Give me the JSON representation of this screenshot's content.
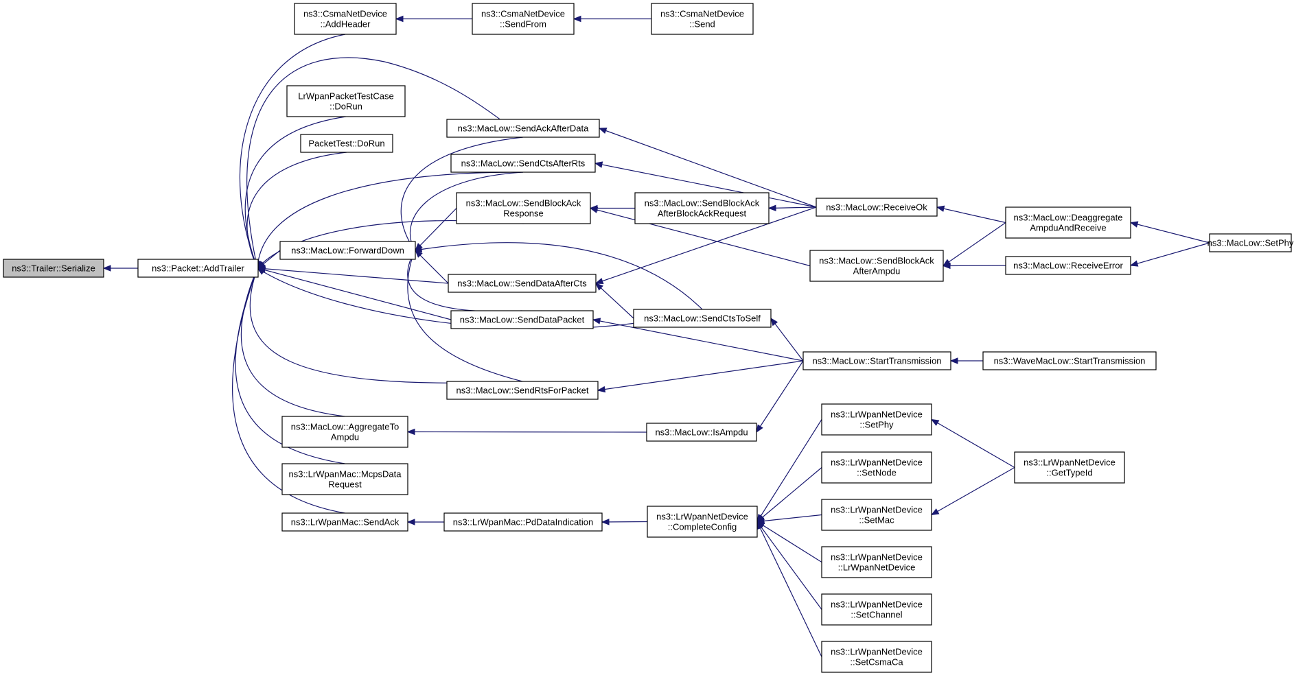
{
  "nodes": [
    {
      "id": "n0",
      "lines": [
        "ns3::Trailer::Serialize"
      ],
      "root": true
    },
    {
      "id": "n1",
      "lines": [
        "ns3::Packet::AddTrailer"
      ]
    },
    {
      "id": "n2",
      "lines": [
        "ns3::CsmaNetDevice",
        "::AddHeader"
      ]
    },
    {
      "id": "n3",
      "lines": [
        "ns3::CsmaNetDevice",
        "::SendFrom"
      ]
    },
    {
      "id": "n4",
      "lines": [
        "ns3::CsmaNetDevice",
        "::Send"
      ]
    },
    {
      "id": "n5",
      "lines": [
        "LrWpanPacketTestCase",
        "::DoRun"
      ]
    },
    {
      "id": "n6",
      "lines": [
        "PacketTest::DoRun"
      ]
    },
    {
      "id": "n7",
      "lines": [
        "ns3::MacLow::SendAckAfterData"
      ]
    },
    {
      "id": "n8",
      "lines": [
        "ns3::MacLow::SendCtsAfterRts"
      ]
    },
    {
      "id": "n9",
      "lines": [
        "ns3::MacLow::SendBlockAck",
        "Response"
      ]
    },
    {
      "id": "n10",
      "lines": [
        "ns3::MacLow::ForwardDown"
      ]
    },
    {
      "id": "n11",
      "lines": [
        "ns3::MacLow::SendDataAfterCts"
      ]
    },
    {
      "id": "n12",
      "lines": [
        "ns3::MacLow::SendDataPacket"
      ]
    },
    {
      "id": "n13",
      "lines": [
        "ns3::MacLow::SendRtsForPacket"
      ]
    },
    {
      "id": "n14",
      "lines": [
        "ns3::MacLow::AggregateTo",
        "Ampdu"
      ]
    },
    {
      "id": "n15",
      "lines": [
        "ns3::LrWpanMac::McpsData",
        "Request"
      ]
    },
    {
      "id": "n16",
      "lines": [
        "ns3::LrWpanMac::SendAck"
      ]
    },
    {
      "id": "n17",
      "lines": [
        "ns3::MacLow::SendBlockAck",
        "AfterBlockAckRequest"
      ]
    },
    {
      "id": "n18",
      "lines": [
        "ns3::MacLow::ReceiveOk"
      ]
    },
    {
      "id": "n19",
      "lines": [
        "ns3::MacLow::SendBlockAck",
        "AfterAmpdu"
      ]
    },
    {
      "id": "n20",
      "lines": [
        "ns3::MacLow::SendCtsToSelf"
      ]
    },
    {
      "id": "n21",
      "lines": [
        "ns3::MacLow::StartTransmission"
      ]
    },
    {
      "id": "n22",
      "lines": [
        "ns3::MacLow::IsAmpdu"
      ]
    },
    {
      "id": "n23",
      "lines": [
        "ns3::LrWpanMac::PdDataIndication"
      ]
    },
    {
      "id": "n24",
      "lines": [
        "ns3::LrWpanNetDevice",
        "::CompleteConfig"
      ]
    },
    {
      "id": "n25",
      "lines": [
        "ns3::MacLow::Deaggregate",
        "AmpduAndReceive"
      ]
    },
    {
      "id": "n26",
      "lines": [
        "ns3::MacLow::ReceiveError"
      ]
    },
    {
      "id": "n27",
      "lines": [
        "ns3::MacLow::SetPhy"
      ]
    },
    {
      "id": "n28",
      "lines": [
        "ns3::WaveMacLow::StartTransmission"
      ]
    },
    {
      "id": "n29",
      "lines": [
        "ns3::LrWpanNetDevice",
        "::SetPhy"
      ]
    },
    {
      "id": "n30",
      "lines": [
        "ns3::LrWpanNetDevice",
        "::SetNode"
      ]
    },
    {
      "id": "n31",
      "lines": [
        "ns3::LrWpanNetDevice",
        "::SetMac"
      ]
    },
    {
      "id": "n32",
      "lines": [
        "ns3::LrWpanNetDevice",
        "::LrWpanNetDevice"
      ]
    },
    {
      "id": "n33",
      "lines": [
        "ns3::LrWpanNetDevice",
        "::SetChannel"
      ]
    },
    {
      "id": "n34",
      "lines": [
        "ns3::LrWpanNetDevice",
        "::SetCsmaCa"
      ]
    },
    {
      "id": "n35",
      "lines": [
        "ns3::LrWpanNetDevice",
        "::GetTypeId"
      ]
    }
  ],
  "edges": [
    [
      "n0",
      "n1"
    ],
    [
      "n1",
      "n2"
    ],
    [
      "n1",
      "n5"
    ],
    [
      "n1",
      "n6"
    ],
    [
      "n1",
      "n7"
    ],
    [
      "n1",
      "n8"
    ],
    [
      "n1",
      "n9"
    ],
    [
      "n1",
      "n10"
    ],
    [
      "n1",
      "n11"
    ],
    [
      "n1",
      "n12"
    ],
    [
      "n1",
      "n20"
    ],
    [
      "n1",
      "n13"
    ],
    [
      "n1",
      "n14"
    ],
    [
      "n1",
      "n15"
    ],
    [
      "n1",
      "n16"
    ],
    [
      "n2",
      "n3"
    ],
    [
      "n3",
      "n4"
    ],
    [
      "n10",
      "n7"
    ],
    [
      "n10",
      "n8"
    ],
    [
      "n10",
      "n9"
    ],
    [
      "n10",
      "n11"
    ],
    [
      "n10",
      "n12"
    ],
    [
      "n10",
      "n20"
    ],
    [
      "n10",
      "n13"
    ],
    [
      "n7",
      "n18"
    ],
    [
      "n8",
      "n18"
    ],
    [
      "n9",
      "n17"
    ],
    [
      "n9",
      "n19"
    ],
    [
      "n17",
      "n18"
    ],
    [
      "n11",
      "n18"
    ],
    [
      "n11",
      "n20"
    ],
    [
      "n12",
      "n21"
    ],
    [
      "n20",
      "n21"
    ],
    [
      "n13",
      "n21"
    ],
    [
      "n14",
      "n22"
    ],
    [
      "n22",
      "n21"
    ],
    [
      "n18",
      "n25"
    ],
    [
      "n19",
      "n25"
    ],
    [
      "n19",
      "n26"
    ],
    [
      "n25",
      "n27"
    ],
    [
      "n26",
      "n27"
    ],
    [
      "n21",
      "n28"
    ],
    [
      "n16",
      "n23"
    ],
    [
      "n23",
      "n24"
    ],
    [
      "n24",
      "n29"
    ],
    [
      "n24",
      "n30"
    ],
    [
      "n24",
      "n31"
    ],
    [
      "n24",
      "n32"
    ],
    [
      "n24",
      "n33"
    ],
    [
      "n24",
      "n34"
    ],
    [
      "n29",
      "n35"
    ],
    [
      "n31",
      "n35"
    ]
  ]
}
